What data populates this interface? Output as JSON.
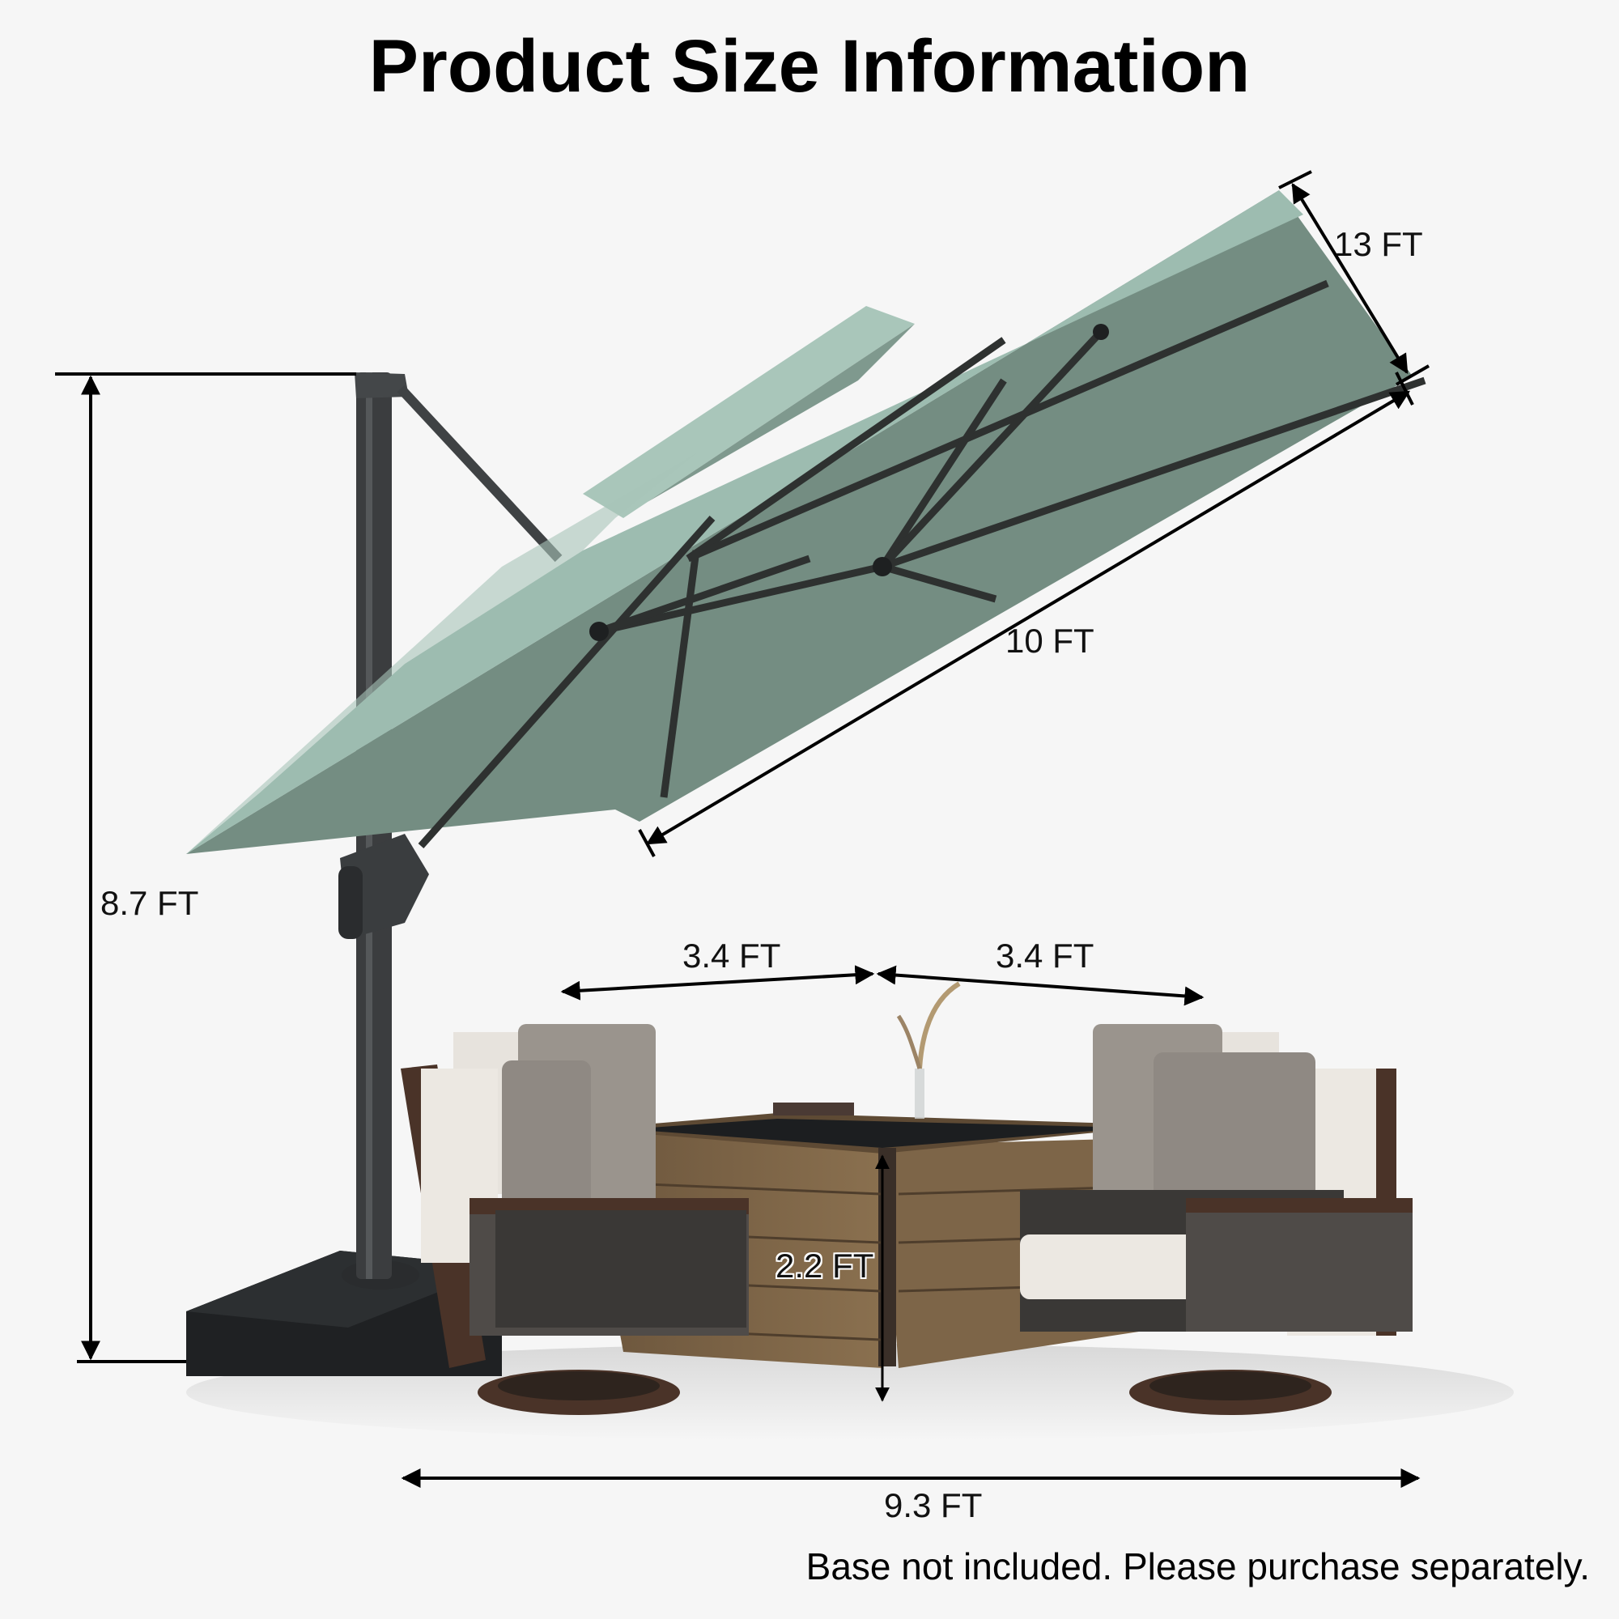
{
  "title": "Product Size Information",
  "dimensions": {
    "canopy_width": "13 FT",
    "canopy_length": "10 FT",
    "umbrella_height": "8.7 FT",
    "seat_span_left": "3.4 FT",
    "seat_span_right": "3.4 FT",
    "table_height": "2.2 FT",
    "set_width": "9.3 FT"
  },
  "note": "Base not included. Please purchase separately.",
  "colors": {
    "background": "#f6f6f6",
    "canopy_top": "#9dbcb0",
    "canopy_underside": "#748d82",
    "frame": "#2e3130",
    "pole": "#3b3d3f",
    "table_wood": "#7a6246",
    "chair_frame": "#4a3328",
    "cushion": "#ece8e2",
    "pillow": "#9a948d",
    "base": "#1f2123"
  }
}
